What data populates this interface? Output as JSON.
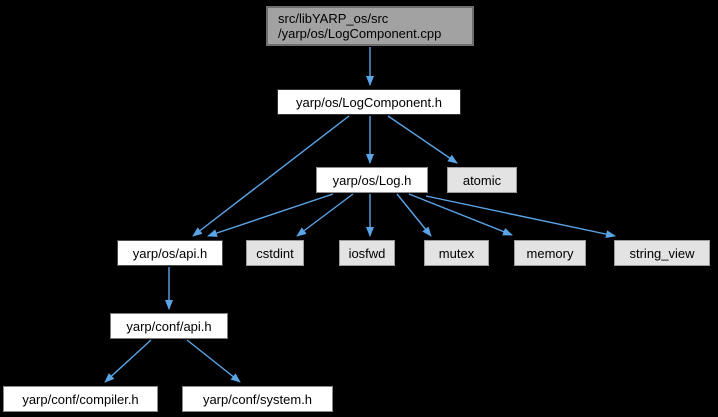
{
  "diagram": {
    "type": "include-dependency-graph",
    "background_color": "#000000",
    "edge_color": "#5aa5e8",
    "current_node_fill": "#a2a2a2",
    "linked_node_fill": "#ffffff",
    "leaf_node_fill": "#e3e3e3",
    "nodes": [
      {
        "id": "cpp",
        "label": "src/libYARP_os/src\n/yarp/os/LogComponent.cpp",
        "kind": "current"
      },
      {
        "id": "logcomponent_h",
        "label": "yarp/os/LogComponent.h",
        "kind": "linked"
      },
      {
        "id": "log_h",
        "label": "yarp/os/Log.h",
        "kind": "linked"
      },
      {
        "id": "atomic",
        "label": "atomic",
        "kind": "leaf"
      },
      {
        "id": "os_api_h",
        "label": "yarp/os/api.h",
        "kind": "linked"
      },
      {
        "id": "cstdint",
        "label": "cstdint",
        "kind": "leaf"
      },
      {
        "id": "iosfwd",
        "label": "iosfwd",
        "kind": "leaf"
      },
      {
        "id": "mutex",
        "label": "mutex",
        "kind": "leaf"
      },
      {
        "id": "memory",
        "label": "memory",
        "kind": "leaf"
      },
      {
        "id": "string_view",
        "label": "string_view",
        "kind": "leaf"
      },
      {
        "id": "conf_api_h",
        "label": "yarp/conf/api.h",
        "kind": "linked"
      },
      {
        "id": "compiler_h",
        "label": "yarp/conf/compiler.h",
        "kind": "linked"
      },
      {
        "id": "system_h",
        "label": "yarp/conf/system.h",
        "kind": "linked"
      }
    ],
    "edges": [
      {
        "from": "cpp",
        "to": "logcomponent_h"
      },
      {
        "from": "logcomponent_h",
        "to": "os_api_h"
      },
      {
        "from": "logcomponent_h",
        "to": "log_h"
      },
      {
        "from": "logcomponent_h",
        "to": "atomic"
      },
      {
        "from": "log_h",
        "to": "os_api_h"
      },
      {
        "from": "log_h",
        "to": "cstdint"
      },
      {
        "from": "log_h",
        "to": "iosfwd"
      },
      {
        "from": "log_h",
        "to": "mutex"
      },
      {
        "from": "log_h",
        "to": "memory"
      },
      {
        "from": "log_h",
        "to": "string_view"
      },
      {
        "from": "os_api_h",
        "to": "conf_api_h"
      },
      {
        "from": "conf_api_h",
        "to": "compiler_h"
      },
      {
        "from": "conf_api_h",
        "to": "system_h"
      }
    ]
  }
}
